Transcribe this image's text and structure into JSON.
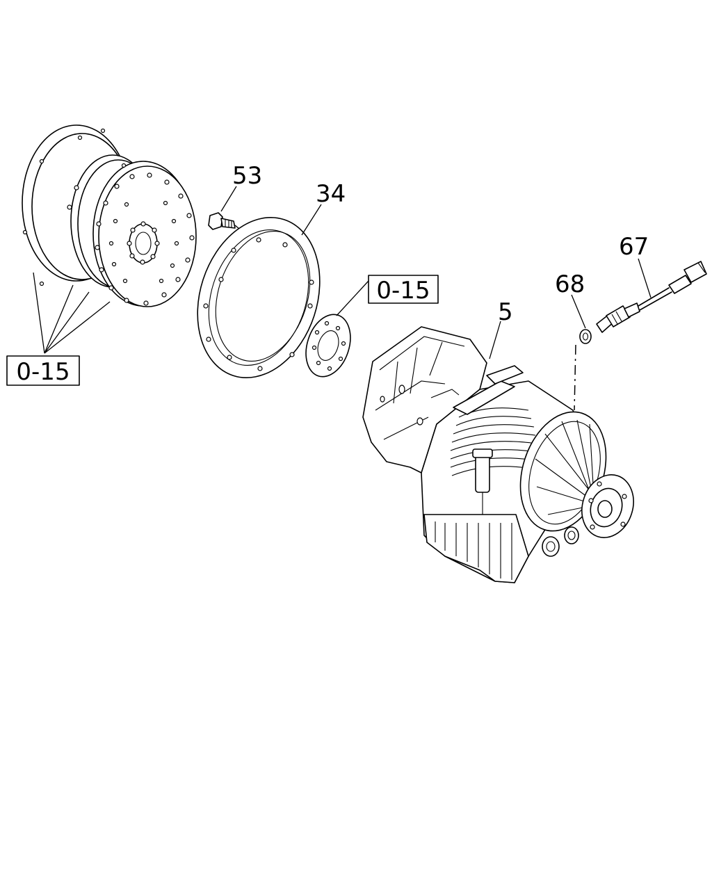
{
  "callouts": {
    "bolt": "53",
    "ring": "34",
    "transmission": "5",
    "sensor": "67",
    "washer": "68"
  },
  "references": {
    "flexplate_ref": "0-15",
    "gasket_ref": "0-15"
  }
}
